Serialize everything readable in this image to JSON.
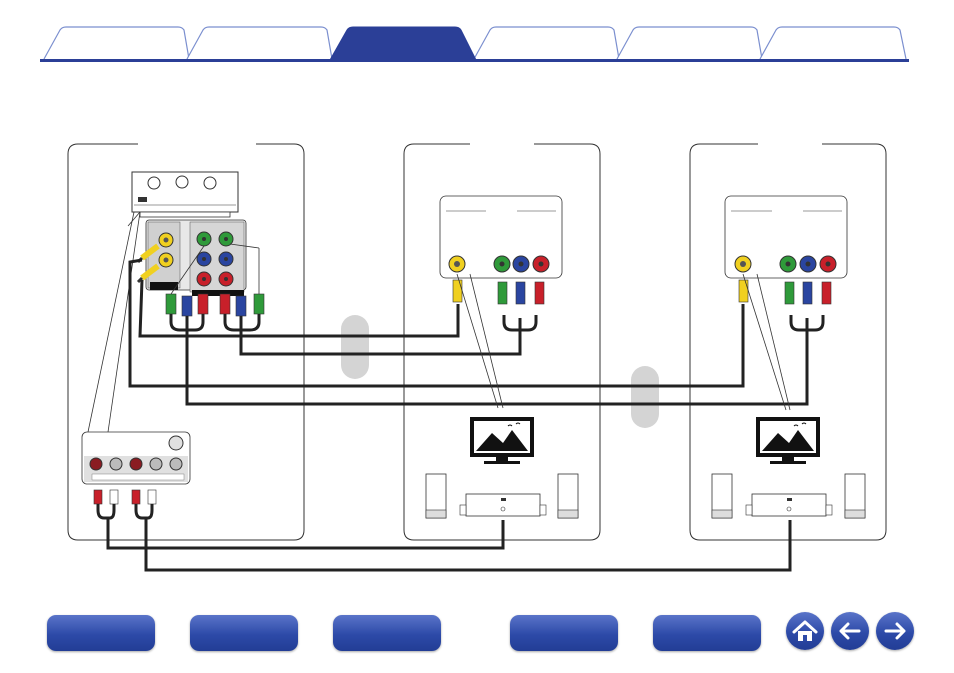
{
  "tabs": [
    {
      "id": "tab-1",
      "active": false
    },
    {
      "id": "tab-2",
      "active": false
    },
    {
      "id": "tab-3",
      "active": true
    },
    {
      "id": "tab-4",
      "active": false
    },
    {
      "id": "tab-5",
      "active": false
    },
    {
      "id": "tab-6",
      "active": false
    }
  ],
  "colors": {
    "accent": "#2b3f97",
    "tab_border": "#7b8fcf",
    "panel_border": "#333333",
    "cable": "#222222",
    "jack_yellow": "#f0d020",
    "jack_green": "#2f9a3a",
    "jack_blue": "#2a45a0",
    "jack_red": "#c8202a",
    "zone_bubble": "#d4d4d4"
  },
  "zones": [
    {
      "id": "main-room"
    },
    {
      "id": "zone-2-room"
    },
    {
      "id": "zone-3-room"
    }
  ],
  "bottom_nav": [
    {
      "id": "nav-button-1",
      "icon": "blank-button"
    },
    {
      "id": "nav-button-2",
      "icon": "blank-button"
    },
    {
      "id": "nav-button-3",
      "icon": "blank-button"
    },
    {
      "id": "nav-button-4",
      "icon": "blank-button"
    },
    {
      "id": "nav-button-5",
      "icon": "blank-button"
    }
  ],
  "round_nav": [
    {
      "id": "home-button",
      "icon": "home-icon"
    },
    {
      "id": "back-button",
      "icon": "arrow-left-icon"
    },
    {
      "id": "forward-button",
      "icon": "arrow-right-icon"
    }
  ]
}
